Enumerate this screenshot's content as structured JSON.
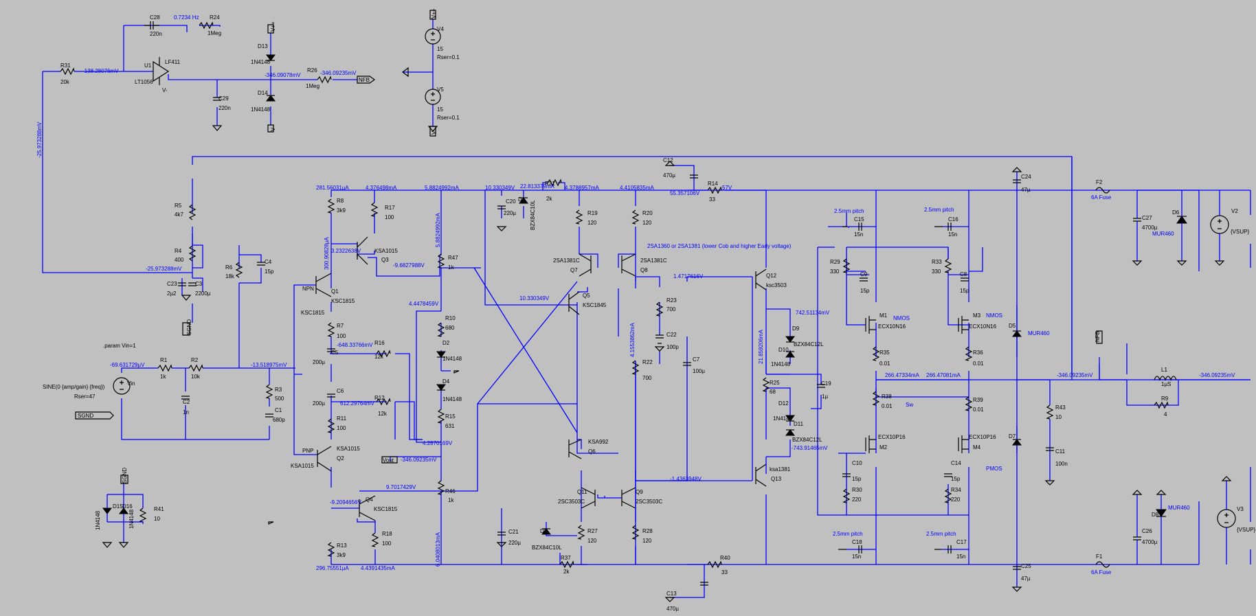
{
  "diagram": {
    "title": "",
    "directive": ".param Vin=1",
    "source_label": "SINE(0 {amp/gain} {freq})",
    "source_rser": "Rser=47",
    "notes": {
      "sub": "2SA1360 or 2SA1381 (lower Cob and higher Early voltage)",
      "pitch_c15": "2.5mm pitch",
      "pitch_c16": "2.5mm pitch",
      "pitch_c18": "2.5mm pitch",
      "pitch_c17": "2.5mm pitch",
      "hz": "0.7234 Hz",
      "nmos": "NMOS",
      "pmos": "PMOS",
      "npn": "NPN",
      "pnp": "PNP",
      "sw": "Sw",
      "57v": "57V"
    },
    "supplies": {
      "v4_name": "V4",
      "v4_val": "15",
      "v4_rser": "Rser=0.1",
      "v5_name": "V5",
      "v5_val": "15",
      "v5_rser": "Rser=0.1",
      "v2_name": "V2",
      "v2_val": "{VSUP}",
      "v3_name": "V3",
      "v3_val": "{VSUP}",
      "vin_name": "Vin"
    },
    "ports": {
      "vpp1": "V++",
      "vpp2": "V++",
      "vmm1": "V-",
      "vmm2": "V-",
      "vmm3": "V-",
      "nfb1": "NFB",
      "nfb2": "NFB",
      "sgnd1": "SGND",
      "sgnd2": "SGND",
      "sgnd3": "SGND",
      "vout": "Vout"
    },
    "parts": {
      "r31": "R31",
      "r31v": "20k",
      "c28": "C28",
      "c28v": "220n",
      "r24": "R24",
      "r24v": "1Meg",
      "u1": "U1",
      "u1a": "LT1056",
      "u1b": "LF411",
      "d13": "D13",
      "d13v": "1N4148",
      "d14": "D14",
      "d14v": "1N4148",
      "r26": "R26",
      "r26v": "1Meg",
      "c29": "C29",
      "c29v": "220n",
      "r5": "R5",
      "r5v": "4k7",
      "r4": "R4",
      "r4v": "400",
      "r6": "R6",
      "r6v": "18k",
      "c4": "C4",
      "c4v": "15p",
      "c23": "C23",
      "c23v": "2µ2",
      "c3": "C3",
      "c3v": "2200µ",
      "r1": "R1",
      "r1v": "1k",
      "r2": "R2",
      "r2v": "10k",
      "c2": "C2",
      "c2v": "1n",
      "r3": "R3",
      "r3v": "500",
      "c1": "C1",
      "c1v": "680p",
      "d15": "D15",
      "d16": "D16",
      "d15v": "1N4148",
      "d16v": "1N4148",
      "r41": "R41",
      "r41v": "10",
      "r8": "R8",
      "r8v": "3k9",
      "r17": "R17",
      "r17v": "100",
      "q3": "Q3",
      "q3v": "KSA1015",
      "q1": "Q1",
      "q1v": "KSC1815",
      "q1n": "KSC1815",
      "r7": "R7",
      "r7v": "100",
      "c5": "C5",
      "c5v": "200µ",
      "c6": "C6",
      "c6v": "200µ",
      "r16": "R16",
      "r16v": "12k",
      "r12": "R12",
      "r12v": "12k",
      "r11": "R11",
      "r11v": "100",
      "q2": "Q2",
      "q2v": "KSA1015",
      "q2n": "KSA1015",
      "q4": "Q4",
      "q4v": "KSC1815",
      "r18": "R18",
      "r18v": "100",
      "r13": "R13",
      "r13v": "3k9",
      "r47": "R47",
      "r47v": "1k",
      "r10": "R10",
      "r10v": "680",
      "d2": "D2",
      "d2v": "1N4148",
      "d4": "D4",
      "d4v": "1N4148",
      "r15": "R15",
      "r15v": "631",
      "r46": "R46",
      "r46v": "1k",
      "c20": "C20",
      "c20v": "220µ",
      "d1": "D1",
      "d1v": "BZX84C10L",
      "r21": "R21",
      "r21v": "2k",
      "r19": "R19",
      "r19v": "120",
      "r20": "R20",
      "r20v": "120",
      "q7": "Q7",
      "q7v": "2SA1381C",
      "q8": "Q8",
      "q8v": "2SA1381C",
      "q5": "Q5",
      "q5v": "KSC1845",
      "q6": "Q6",
      "q6v": "KSA992",
      "q11": "Q11",
      "q11v": "2SC3503C",
      "q9": "Q9",
      "q9v": "2SC3503C",
      "r27": "R27",
      "r27v": "120",
      "r28": "R28",
      "r28v": "120",
      "d3": "D3",
      "d3v": "BZX84C10L",
      "r37": "R37",
      "r37v": "2k",
      "c21": "C21",
      "c21v": "220µ",
      "c12": "C12",
      "c12v": "470µ",
      "r14": "R14",
      "r14v": "33",
      "c13": "C13",
      "c13v": "470µ",
      "r40": "R40",
      "r40v": "33",
      "r23": "R23",
      "r23v": "700",
      "c22": "C22",
      "c22v": "100p",
      "r22": "R22",
      "r22v": "700",
      "c7": "C7",
      "c7v": "100µ",
      "q12": "Q12",
      "q12v": "ksc3503",
      "q13": "Q13",
      "q13v": "ksa1381",
      "r25": "R25",
      "r25v": "68",
      "d9": "D9",
      "d10": "D10",
      "d9v": "1N4148",
      "d10v": "BZX84C12L",
      "d12": "D12",
      "d11": "D11",
      "d12v": "1N4148",
      "d11v": "BZX84C12L",
      "c19": "C19",
      "c19v": "1µ",
      "c15": "C15",
      "c15v": "15n",
      "c16": "C16",
      "c16v": "15n",
      "r29": "R29",
      "r29v": "330",
      "c9": "C9",
      "c9v": "15p",
      "r33": "R33",
      "r33v": "330",
      "c8": "C8",
      "c8v": "15p",
      "m1": "M1",
      "m1v": "ECX10N16",
      "m3": "M3",
      "m3v": "ECX10N16",
      "r35": "R35",
      "r35v": "0.01",
      "r36": "R36",
      "r36v": "0.01",
      "r38": "R38",
      "r38v": "0.01",
      "r39": "R39",
      "r39v": "0.01",
      "m2": "M2",
      "m2v": "ECX10P16",
      "m4": "M4",
      "m4v": "ECX10P16",
      "c10": "C10",
      "c10v": "15p",
      "c14": "C14",
      "c14v": "15p",
      "r30": "R30",
      "r30v": "220",
      "r34": "R34",
      "r34v": "220",
      "c18": "C18",
      "c18v": "15n",
      "c17": "C17",
      "c17v": "15n",
      "c24": "C24",
      "c24v": "47µ",
      "c25": "C25",
      "c25v": "47µ",
      "d5": "D5",
      "d5v": "MUR460",
      "d7": "D7",
      "r43": "R43",
      "r43v": "10",
      "c11": "C11",
      "c11v": "100n",
      "l1": "L1",
      "l1v": "1µS",
      "r9": "R9",
      "r9v": "4",
      "f2": "F2",
      "f2v": "6A Fuse",
      "f1": "F1",
      "f1v": "6A Fuse",
      "c27": "C27",
      "c27v": "4700µ",
      "c26": "C26",
      "c26v": "4700µ",
      "d6": "D6",
      "d6v": "MUR460",
      "d8": "D8",
      "d8v": "MUR460"
    },
    "probes": {
      "p_r31": "-138.28076mV",
      "p_fb": "-25.973288mV",
      "p_u1": "-346.09078mV",
      "p_r26": "-346.09235mV",
      "p_c3": "-25.973288mV",
      "p_vin": "-69.631729µV",
      "p_r2": "-13.518975mV",
      "p_r8": "281.56031µA",
      "p_q3": "4.376498mA",
      "p_r47top": "5.8824992mA",
      "p_c20": "10.330349V",
      "p_d1": "22.813379mA",
      "p_r19": "4.3788957mA",
      "p_r20": "4.4105835mA",
      "p_r14": "55.357106V",
      "p_q3b": "3.2322638V",
      "p_q3c": "-9.6827988V",
      "p_q1v": "300.90828µA",
      "p_r47": "5.8824992mA",
      "p_q5": "10.330349V",
      "p_r10": "4.4478459V",
      "p_r16": "-648.33766mV",
      "p_r12": "612.29764mV",
      "p_r15": "4.2870169V",
      "p_vout": "-346.09235mV",
      "p_q4": "-9.2094656V",
      "p_r46": "9.7017429V",
      "p_r46i": "6.0408013mA",
      "p_r13": "296.75551µA",
      "p_q4i": "4.4391435mA",
      "p_r23": "1.4717616V",
      "p_r22i": "4.1553862mA",
      "p_q13": "-1.4363948V",
      "p_q12i": "21.859206mA",
      "p_d10": "742.51134mV",
      "p_d11": "-743.91465mV",
      "p_r35": "266.47334mA",
      "p_r36": "266.47081mA",
      "p_out": "-346.09235mV",
      "p_l1": "-346.09235mV"
    }
  }
}
